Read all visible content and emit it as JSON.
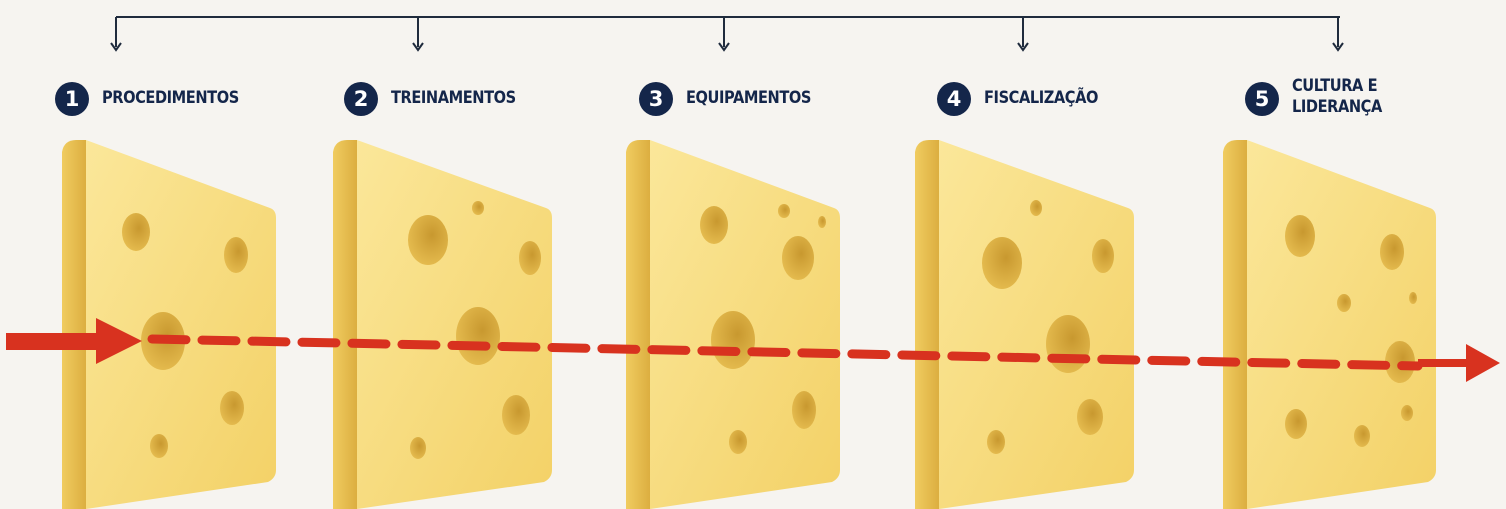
{
  "layers": [
    {
      "number": "1",
      "label": "PROCEDIMENTOS"
    },
    {
      "number": "2",
      "label": "TREINAMENTOS"
    },
    {
      "number": "3",
      "label": "EQUIPAMENTOS"
    },
    {
      "number": "4",
      "label": "FISCALIZAÇÃO"
    },
    {
      "number": "5",
      "label": "CULTURA E\nLIDERANÇA"
    }
  ],
  "colors": {
    "badge": "#14264a",
    "label": "#14264a",
    "cheese_face": "#f7dc77",
    "cheese_side": "#e9bf52",
    "hole": "#dcae3e",
    "hazard_arrow": "#d8321f",
    "connector": "#1f2b3d"
  }
}
